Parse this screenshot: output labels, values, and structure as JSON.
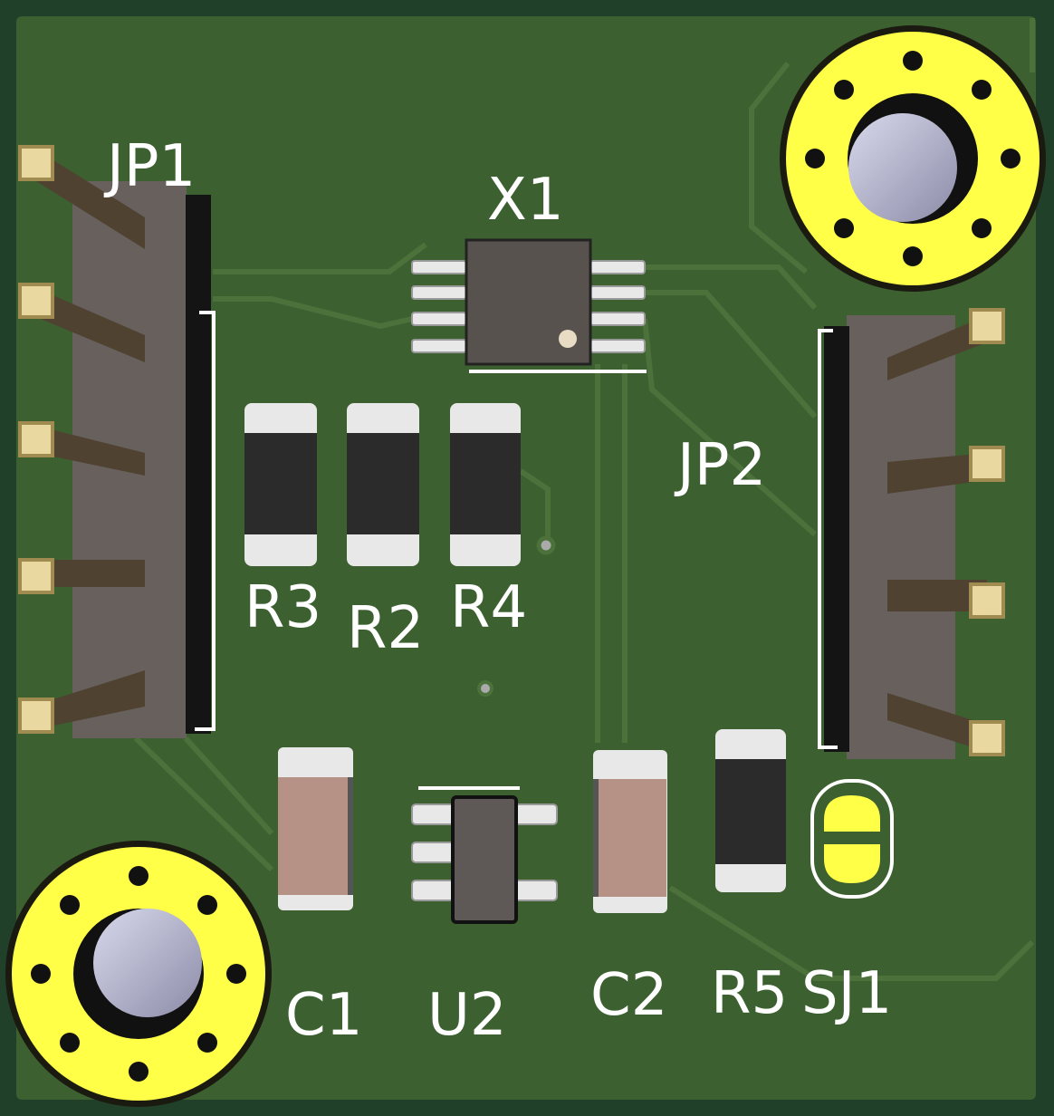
{
  "colors": {
    "board_edge": "#21402a",
    "board_fill": "#3d6031",
    "copper_trace": "#4a6e3a",
    "silkscreen": "#ffffff",
    "pad_gold": "#e9d9a0",
    "mounting_ring": "#ffff48",
    "ic_body": "#58524f",
    "resistor_body": "#2b2b2b",
    "capacitor_body": "#b59285",
    "header_body": "#68605d"
  },
  "designators": {
    "jp1": "JP1",
    "x1": "X1",
    "r3": "R3",
    "r2": "R2",
    "r4": "R4",
    "jp2": "JP2",
    "c1": "C1",
    "u2": "U2",
    "c2": "C2",
    "r5": "R5",
    "sj1": "SJ1"
  }
}
